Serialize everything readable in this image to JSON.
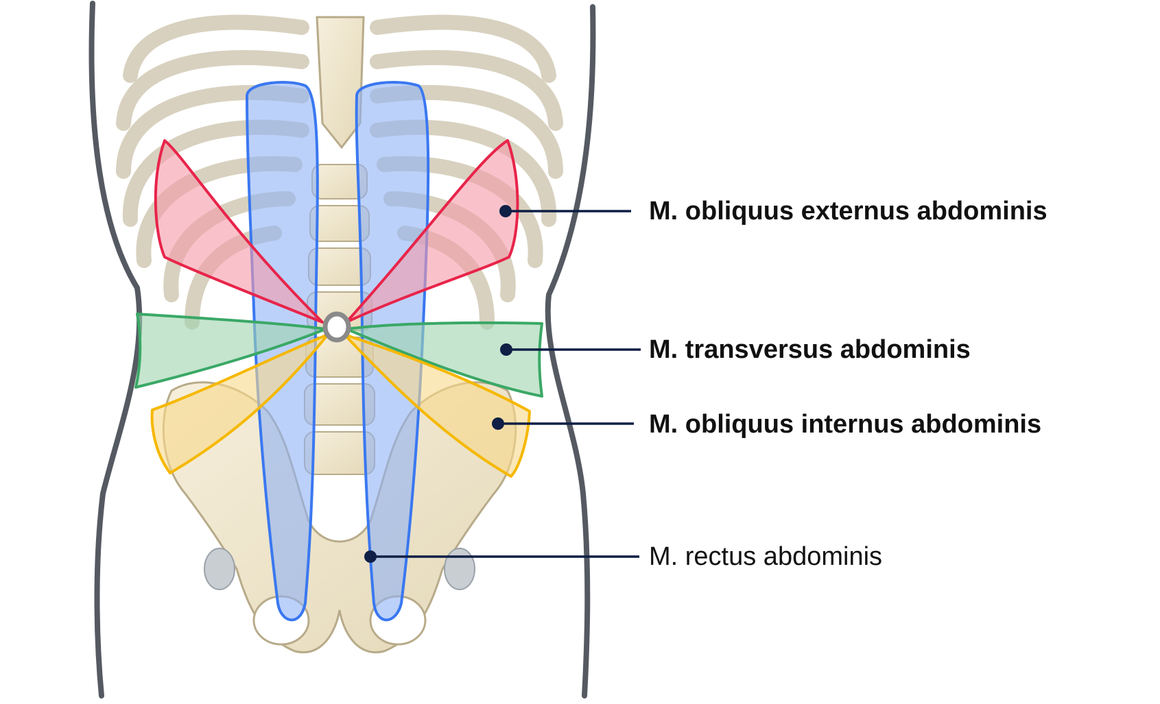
{
  "labels": [
    {
      "id": "obliquus-externus",
      "text": "M. obliquus externus abdominis",
      "bold": true
    },
    {
      "id": "transversus",
      "text": "M. transversus abdominis",
      "bold": true
    },
    {
      "id": "obliquus-internus",
      "text": "M. obliquus internus abdominis",
      "bold": true
    },
    {
      "id": "rectus",
      "text": "M. rectus abdominis",
      "bold": false
    }
  ],
  "colors": {
    "leader_line": "#0f1f45",
    "body_outline": "#555a62",
    "bone_fill": "#efe6cf",
    "bone_stroke": "#b8ab8a",
    "cartilage": "#c9ced3",
    "rectus_stroke": "#3a78f0",
    "rectus_fill": "#8fb2f5",
    "externus_stroke": "#e8244a",
    "externus_fill": "#f59aa8",
    "transversus_stroke": "#3aa866",
    "transversus_fill": "#9fd3ad",
    "internus_stroke": "#f5b800",
    "internus_fill": "#f8d98a"
  }
}
